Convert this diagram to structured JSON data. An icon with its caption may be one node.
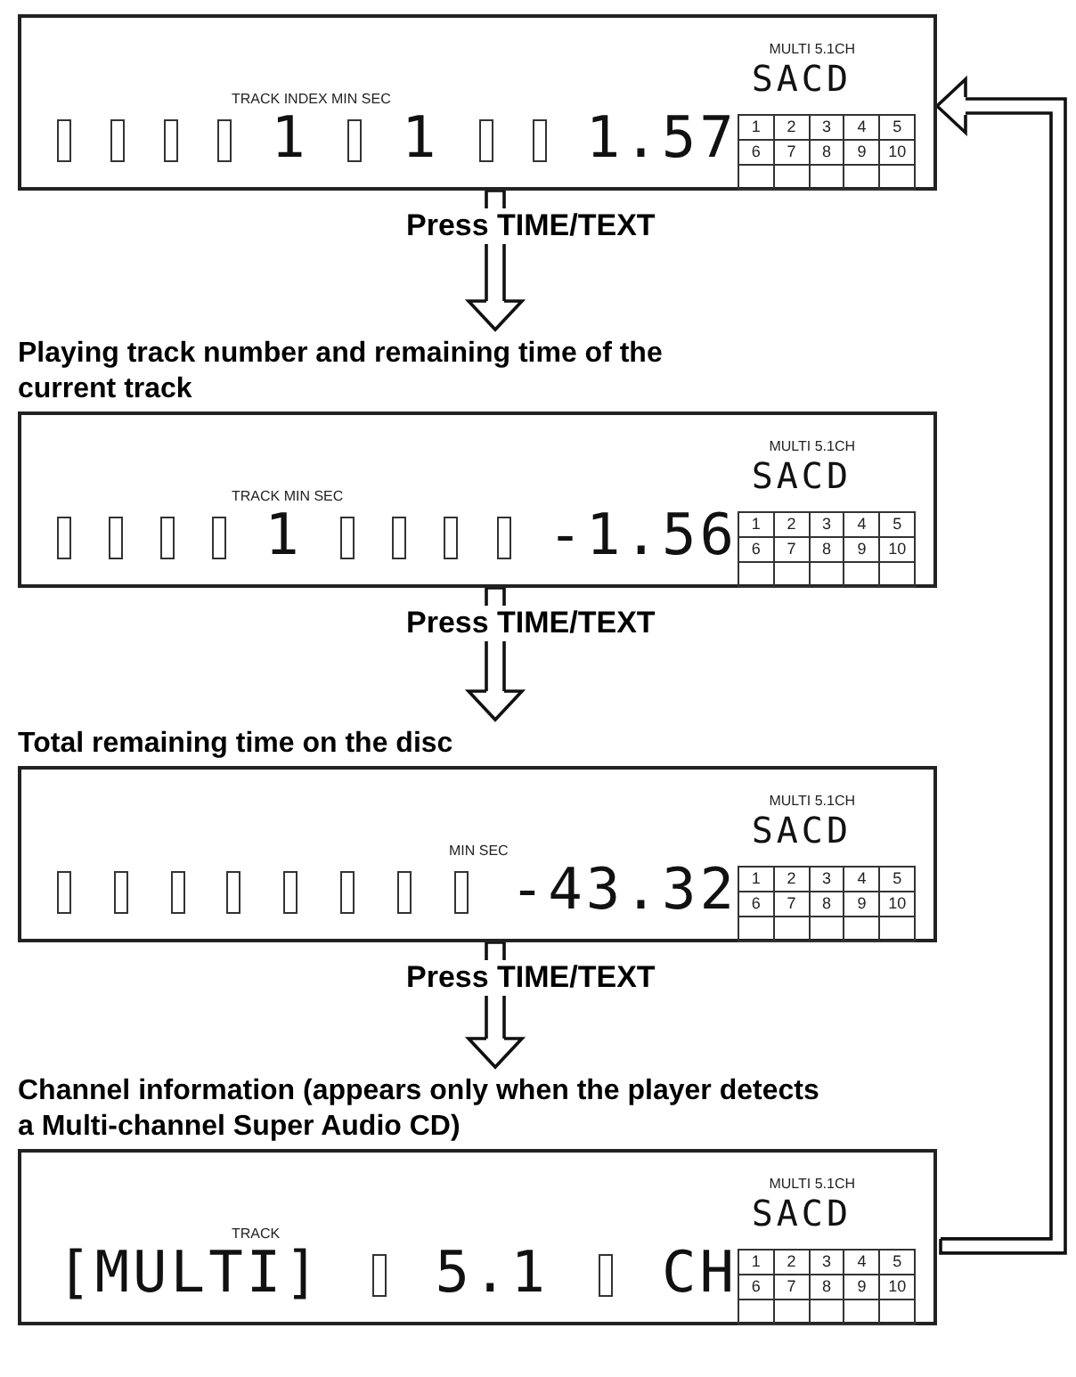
{
  "diagram": {
    "nodes": [
      {
        "text": [
          "TRACK INDEX MIN SEC",
          "1",
          "1",
          "1.57",
          "MULTI 5.1CH",
          "SACD",
          "1",
          "2",
          "3",
          "4",
          "5",
          "6",
          "7",
          "8",
          "9",
          "10"
        ]
      },
      {
        "text": [
          "Playing track number and remaining time of the current track",
          "TRACK MIN SEC",
          "1",
          "-1.56",
          "MULTI 5.1CH",
          "SACD",
          "1",
          "2",
          "3",
          "4",
          "5",
          "6",
          "7",
          "8",
          "9",
          "10"
        ]
      },
      {
        "text": [
          "Total remaining time on the disc",
          "MIN SEC",
          "-43.32",
          "MULTI 5.1CH",
          "SACD",
          "1",
          "2",
          "3",
          "4",
          "5",
          "6",
          "7",
          "8",
          "9",
          "10"
        ]
      },
      {
        "text": [
          "Channel information (appears only when the player detects a Multi-channel Super Audio CD)",
          "TRACK",
          "[MULTI]",
          "5.1",
          "CH",
          "MULTI 5.1CH",
          "SACD",
          "1",
          "2",
          "3",
          "4",
          "5",
          "6",
          "7",
          "8",
          "9",
          "10"
        ]
      }
    ],
    "edges": [
      {
        "from": 0,
        "to": 1,
        "arrow": "to",
        "label": "Press TIME/TEXT"
      },
      {
        "from": 1,
        "to": 2,
        "arrow": "to",
        "label": "Press TIME/TEXT"
      },
      {
        "from": 2,
        "to": 3,
        "arrow": "to",
        "label": "Press TIME/TEXT"
      },
      {
        "from": 3,
        "to": 0,
        "arrow": "to"
      }
    ]
  }
}
